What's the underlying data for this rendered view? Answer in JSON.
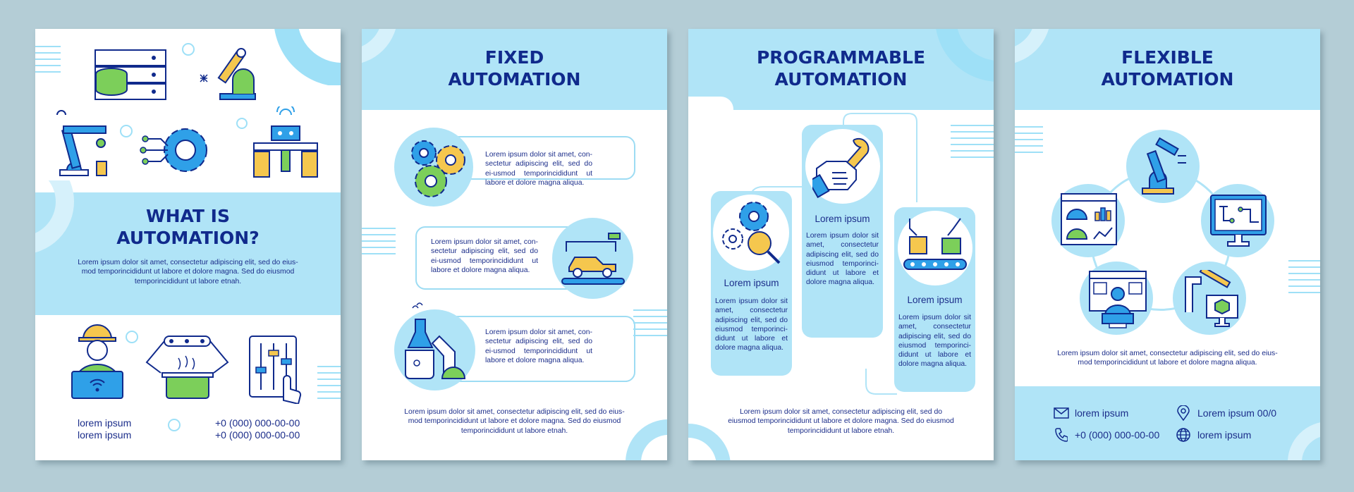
{
  "page1": {
    "title_line1": "WHAT IS",
    "title_line2": "AUTOMATION?",
    "body": "Lorem ipsum dolor sit amet, consectetur adipiscing elit, sed do eius-mod temporincididunt ut labore et dolore magna. Sed do eiusmod temporincididunt ut labore etnah.",
    "contacts": [
      {
        "label": "lorem ipsum",
        "phone": "+0 (000) 000-00-00"
      },
      {
        "label": "lorem ipsum",
        "phone": "+0 (000) 000-00-00"
      }
    ],
    "icons": [
      "server-icon",
      "welding-robot-icon",
      "robot-arm-icon",
      "gear-network-icon",
      "farm-robot-icon",
      "engineer-laptop-icon",
      "conveyor-pot-icon",
      "touch-control-icon"
    ]
  },
  "page2": {
    "title_line1": "FIXED",
    "title_line2": "AUTOMATION",
    "items": [
      {
        "icon": "gears-icon",
        "text": "Lorem ipsum dolor sit amet, con-sectetur adipiscing elit, sed do ei-usmod temporincididunt ut labore et dolore magna aliqua."
      },
      {
        "icon": "car-assembly-icon",
        "text": "Lorem ipsum dolor sit amet, con-sectetur adipiscing elit, sed do ei-usmod temporincididunt ut labore et dolore magna aliqua."
      },
      {
        "icon": "lab-robot-icon",
        "text": "Lorem ipsum dolor sit amet, con-sectetur adipiscing elit, sed do ei-usmod temporincididunt ut labore et dolore magna aliqua."
      }
    ],
    "footer": "Lorem ipsum dolor sit amet, consectetur adipiscing elit, sed do eius-mod temporincididunt ut labore et dolore magna. Sed do eiusmod temporincididunt ut labore etnah."
  },
  "page3": {
    "title_line1": "PROGRAMMABLE",
    "title_line2": "AUTOMATION",
    "columns": [
      {
        "icon": "gears-search-icon",
        "heading": "Lorem ipsum",
        "text": "Lorem ipsum dolor sit amet, consectetur adipiscing elit, sed do eiusmod temporinci-didunt ut labore et dolore magna aliqua."
      },
      {
        "icon": "wrench-hand-icon",
        "heading": "Lorem ipsum",
        "text": "Lorem ipsum dolor sit amet, consectetur adipiscing elit, sed do eiusmod temporinci-didunt ut labore et dolore magna aliqua."
      },
      {
        "icon": "packaging-robot-icon",
        "heading": "Lorem ipsum",
        "text": "Lorem ipsum dolor sit amet, consectetur adipiscing elit, sed do eiusmod temporinci-didunt ut labore et dolore magna aliqua."
      }
    ],
    "footer": "Lorem ipsum dolor sit amet, consectetur adipiscing elit, sed do eiusmod temporincididunt ut labore et dolore magna. Sed do eiusmod temporincididunt ut labore etnah."
  },
  "page4": {
    "title_line1": "FLEXIBLE",
    "title_line2": "AUTOMATION",
    "icons": [
      "robot-arm-icon",
      "dashboard-window-icon",
      "monitor-flow-icon",
      "operator-monitor-icon",
      "factory-computer-icon"
    ],
    "body": "Lorem ipsum dolor sit amet, consectetur adipiscing elit, sed do eius-mod temporincididunt ut labore et dolore magna aliqua.",
    "contacts": {
      "email": "lorem ipsum",
      "address": "Lorem ipsum 00/0",
      "phone": "+0 (000) 000-00-00",
      "web": "lorem ipsum"
    }
  },
  "colors": {
    "background": "#b4cdd6",
    "accent_light": "#b0e4f7",
    "navy": "#102a8c",
    "icon_blue": "#2fa0e8",
    "icon_green": "#7ccf5a",
    "icon_yellow": "#f5c74e"
  }
}
